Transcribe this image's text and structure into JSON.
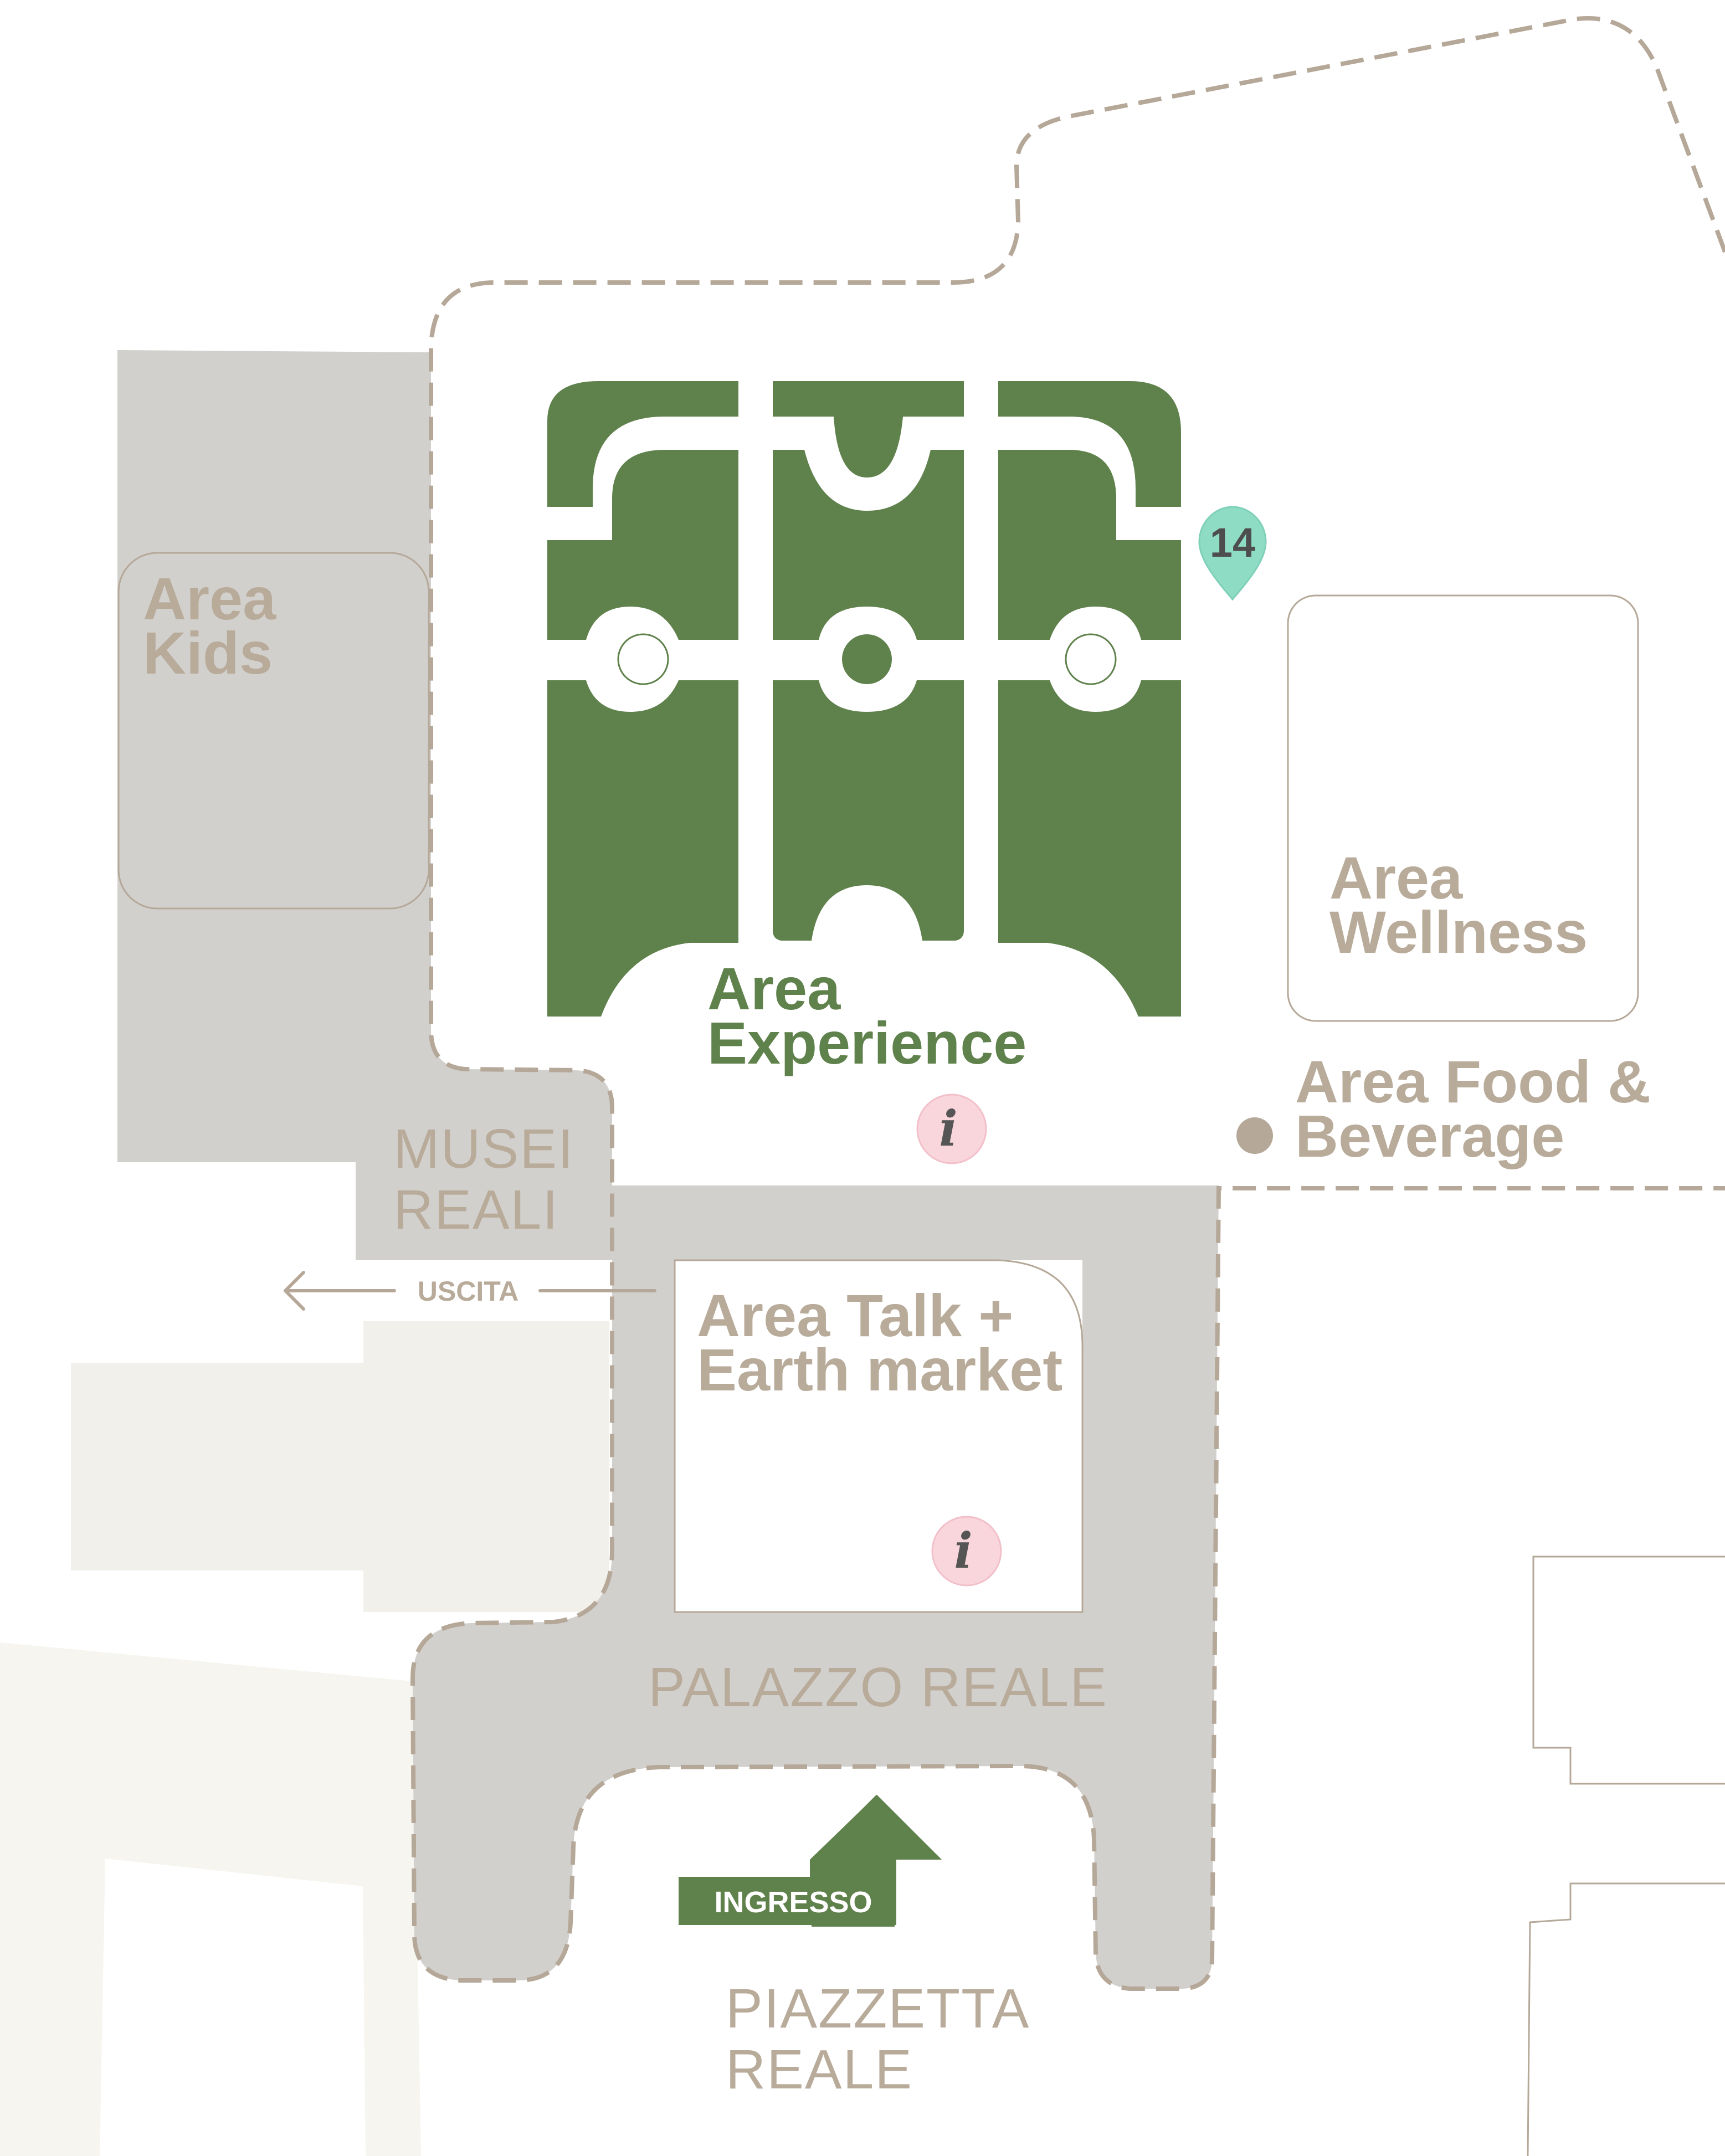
{
  "colors": {
    "background": "#ffffff",
    "gray_area": "#d2d0cd",
    "cream_area": "#f2f0ea",
    "boundary": "#b5a898",
    "experience_green": "#5f814b",
    "marker_teal": "#8fdcc4",
    "info_pink": "#f9d6dc",
    "label_taupe": "#b9ab9a"
  },
  "areas": {
    "kids": [
      "Area",
      "Kids"
    ],
    "experience": [
      "Area",
      "Experience"
    ],
    "wellness": [
      "Area",
      "Wellness"
    ],
    "food": [
      "Area Food &",
      "Beverage"
    ],
    "talk": [
      "Area Talk +",
      "Earth market"
    ]
  },
  "places": {
    "musei": [
      "MUSEI",
      "REALI"
    ],
    "palazzo": "PALAZZO REALE",
    "piazzetta": [
      "PIAZZETTA",
      "REALE"
    ]
  },
  "exit_label": "USCITA",
  "entry_label": "INGRESSO",
  "marker": {
    "number": "14",
    "icon": "map-pin-icon"
  },
  "info_points": [
    {
      "glyph": "i",
      "icon": "info-icon"
    },
    {
      "glyph": "i",
      "icon": "info-icon"
    }
  ],
  "food_dot_icon": "dot-icon"
}
